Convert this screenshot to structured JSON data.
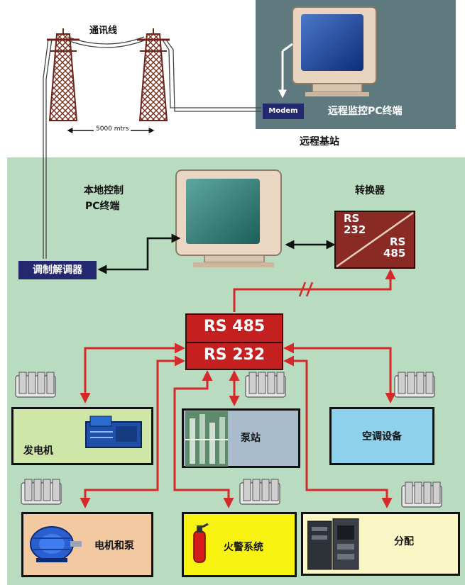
{
  "remote": {
    "line_label": "通讯线",
    "distance": "5000 mtrs",
    "modem": "Modem",
    "pc": "远程监控PC终端",
    "station": "远程基站"
  },
  "local": {
    "pc_line1": "本地控制",
    "pc_line2": "PC终端",
    "modem": "调制解调器",
    "converter_title": "转换器",
    "converter_top_1": "RS",
    "converter_top_2": "232",
    "converter_bottom_1": "RS",
    "converter_bottom_2": "485",
    "hub_top": "RS 485",
    "hub_bottom": "RS 232"
  },
  "devices": {
    "generator": "发电机",
    "pump_station": "泵站",
    "air_conditioning": "空调设备",
    "motor_pump": "电机和泵",
    "fire_alarm": "火警系统",
    "distribution": "分配"
  },
  "colors": {
    "local_bg": "#b9dcc0",
    "remote_bg": "#5e7a7f",
    "arrow_red": "#d42a2a",
    "hub_red": "#c42020",
    "converter_red": "#8a2a24",
    "modem_navy": "#24286e",
    "generator_bg": "#cfe6a9",
    "pump_bg": "#a9bccb",
    "ac_bg": "#8ed1ec",
    "motor_bg": "#f3c9a2",
    "fire_bg": "#f7f20f",
    "distribution_bg": "#fbf6c6"
  }
}
